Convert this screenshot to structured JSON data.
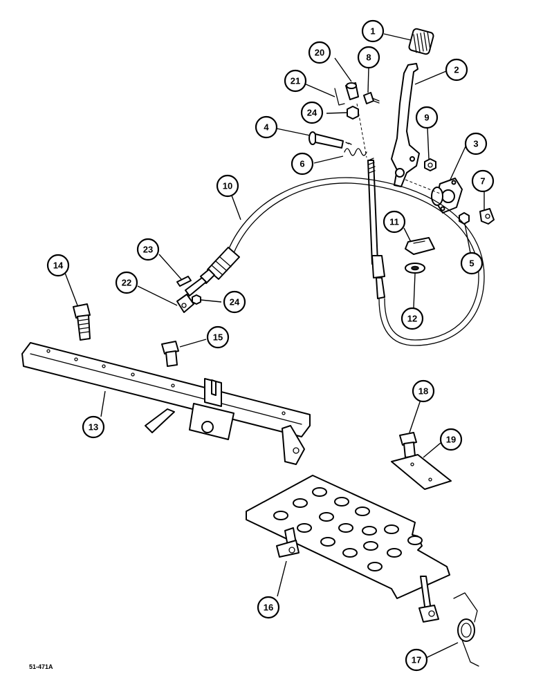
{
  "drawing_code": "51-471A",
  "callouts": [
    {
      "label": "1"
    },
    {
      "label": "2"
    },
    {
      "label": "3"
    },
    {
      "label": "4"
    },
    {
      "label": "5"
    },
    {
      "label": "6"
    },
    {
      "label": "7"
    },
    {
      "label": "8"
    },
    {
      "label": "9"
    },
    {
      "label": "10"
    },
    {
      "label": "11"
    },
    {
      "label": "12"
    },
    {
      "label": "13"
    },
    {
      "label": "14"
    },
    {
      "label": "15"
    },
    {
      "label": "16"
    },
    {
      "label": "17"
    },
    {
      "label": "18"
    },
    {
      "label": "19"
    },
    {
      "label": "20"
    },
    {
      "label": "21"
    },
    {
      "label": "22"
    },
    {
      "label": "23"
    },
    {
      "label": "24"
    },
    {
      "label": "24"
    }
  ]
}
